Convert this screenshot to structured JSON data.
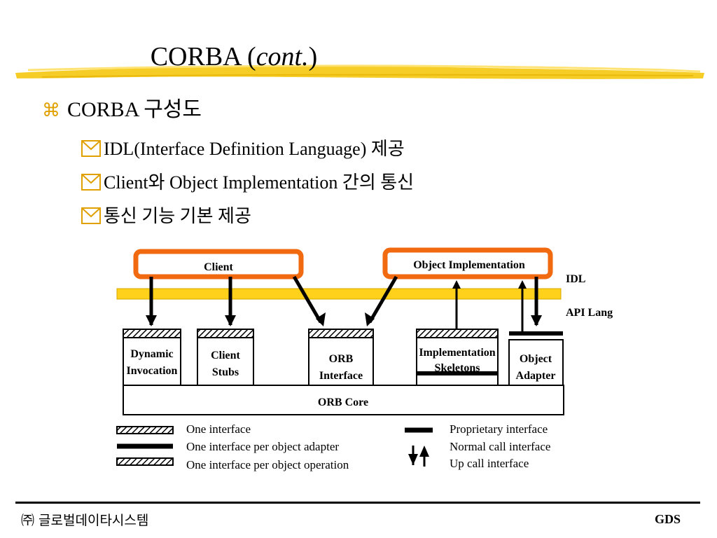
{
  "slide": {
    "title_main": "CORBA (",
    "title_italic": "cont.",
    "title_end": ")",
    "bullet_main": "CORBA 구성도",
    "sub_bullets": [
      "IDL(Interface Definition Language) 제공",
      "Client와 Object Implementation 간의 통신",
      "통신 기능 기본 제공"
    ],
    "bullet_glyph_l1": "⌘"
  },
  "diagram": {
    "client_label": "Client",
    "object_impl_label": "Object Implementation",
    "idl_label": "IDL",
    "api_label": "API Lang",
    "dynamic_invocation": [
      "Dynamic",
      "Invocation"
    ],
    "client_stubs": [
      "Client",
      "Stubs"
    ],
    "orb_interface": [
      "ORB",
      "Interface"
    ],
    "impl_skeletons": [
      "Implementation",
      "Skeletons"
    ],
    "object_adapter": [
      "Object",
      "Adapter"
    ],
    "orb_core_label": "ORB Core",
    "colors": {
      "highlight_orange": "#f26a10",
      "idl_bar": "#ffd11a",
      "title_brush": "#f5c400"
    }
  },
  "legend": {
    "one_interface": "One interface",
    "per_adapter": "One interface per object adapter",
    "per_operation": "One interface per object operation",
    "proprietary": "Proprietary interface",
    "normal_call": "Normal call interface",
    "up_call": "Up call interface"
  },
  "footer": {
    "company": "㈜ 글로벌데이타시스템",
    "brand": "GDS"
  }
}
